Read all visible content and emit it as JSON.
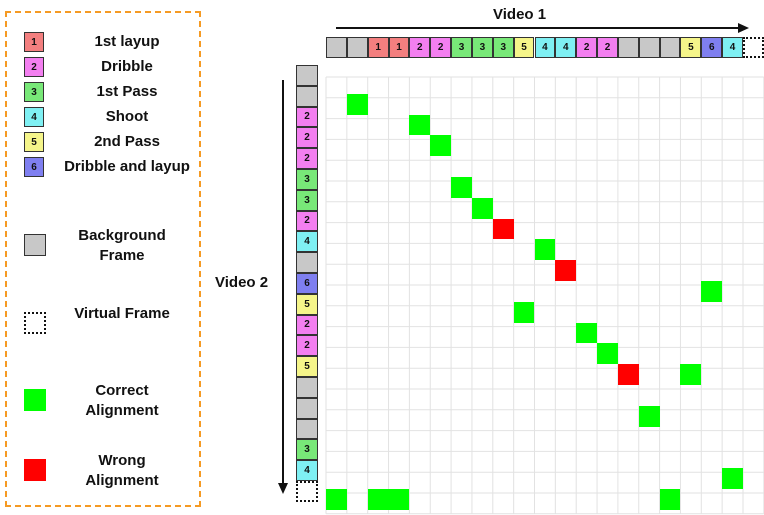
{
  "colors": {
    "1": "#f37f7f",
    "2": "#f37ff0",
    "3": "#78e878",
    "4": "#7ff0f3",
    "5": "#f5f58a",
    "6": "#7f7ff0",
    "bg": "#c8c8c8",
    "correct": "#00ff00",
    "wrong": "#ff0000",
    "legend_border": "#f59a23"
  },
  "legend": {
    "actions": [
      {
        "num": "1",
        "label": "1st layup"
      },
      {
        "num": "2",
        "label": "Dribble"
      },
      {
        "num": "3",
        "label": "1st Pass"
      },
      {
        "num": "4",
        "label": "Shoot"
      },
      {
        "num": "5",
        "label": "2nd Pass"
      },
      {
        "num": "6",
        "label": "Dribble and layup"
      }
    ],
    "background_frame": "Background Frame",
    "virtual_frame": "Virtual Frame",
    "correct_alignment": "Correct Alignment",
    "wrong_alignment": "Wrong Alignment"
  },
  "video1_label": "Video 1",
  "video2_label": "Video 2",
  "video1_frames": [
    "bg",
    "bg",
    "1",
    "1",
    "2",
    "2",
    "3",
    "3",
    "3",
    "5",
    "4",
    "4",
    "2",
    "2",
    "bg",
    "bg",
    "bg",
    "5",
    "6",
    "4",
    "virtual"
  ],
  "video2_frames": [
    "bg",
    "bg",
    "2",
    "2",
    "2",
    "3",
    "3",
    "2",
    "4",
    "bg",
    "6",
    "5",
    "2",
    "2",
    "5",
    "bg",
    "bg",
    "bg",
    "3",
    "4",
    "virtual"
  ],
  "alignments": [
    {
      "row": 1,
      "col": 1,
      "status": "correct"
    },
    {
      "row": 2,
      "col": 4,
      "status": "correct"
    },
    {
      "row": 3,
      "col": 5,
      "status": "correct"
    },
    {
      "row": 5,
      "col": 6,
      "status": "correct"
    },
    {
      "row": 6,
      "col": 7,
      "status": "correct"
    },
    {
      "row": 7,
      "col": 8,
      "status": "wrong"
    },
    {
      "row": 8,
      "col": 10,
      "status": "correct"
    },
    {
      "row": 9,
      "col": 11,
      "status": "wrong"
    },
    {
      "row": 10,
      "col": 18,
      "status": "correct"
    },
    {
      "row": 11,
      "col": 9,
      "status": "correct"
    },
    {
      "row": 12,
      "col": 12,
      "status": "correct"
    },
    {
      "row": 13,
      "col": 13,
      "status": "correct"
    },
    {
      "row": 14,
      "col": 14,
      "status": "wrong"
    },
    {
      "row": 14,
      "col": 17,
      "status": "correct"
    },
    {
      "row": 16,
      "col": 15,
      "status": "correct"
    },
    {
      "row": 19,
      "col": 19,
      "status": "correct"
    },
    {
      "row": 20,
      "col": 0,
      "status": "correct"
    },
    {
      "row": 20,
      "col": 2,
      "status": "correct"
    },
    {
      "row": 20,
      "col": 3,
      "status": "correct"
    },
    {
      "row": 20,
      "col": 16,
      "status": "correct"
    }
  ]
}
